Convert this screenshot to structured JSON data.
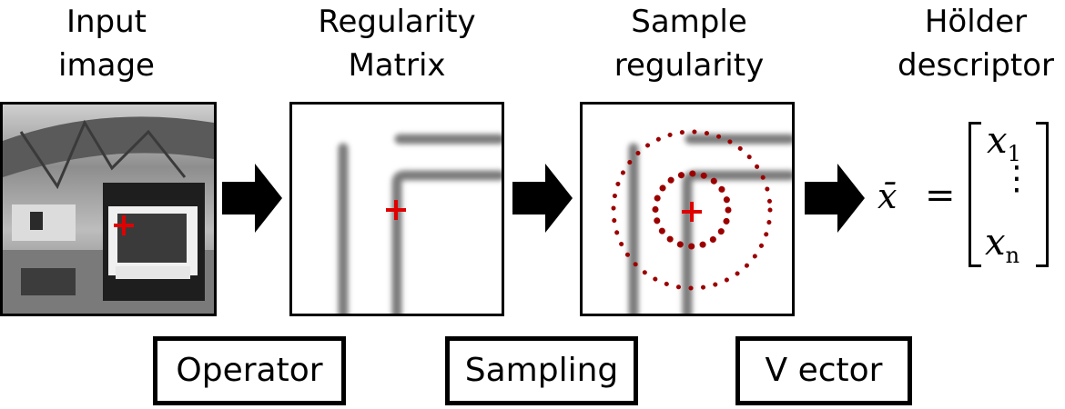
{
  "titles": {
    "input": [
      "Input",
      "image"
    ],
    "regularity": [
      "Regularity",
      "Matrix"
    ],
    "sample": [
      "Sample",
      "regularity"
    ],
    "holder": [
      "Hölder",
      "descriptor"
    ]
  },
  "steps": {
    "operator": "Operator",
    "sampling": "Sampling",
    "vector": "V ector"
  },
  "formula": {
    "lhs": "x̄",
    "equals": "=",
    "first": "x",
    "first_sub": "1",
    "dots": "⋮",
    "last": "x",
    "last_sub": "n"
  },
  "colors": {
    "marker": "#e00000",
    "sample_dots": "#9b0000",
    "structure": "#7a7a7a"
  }
}
